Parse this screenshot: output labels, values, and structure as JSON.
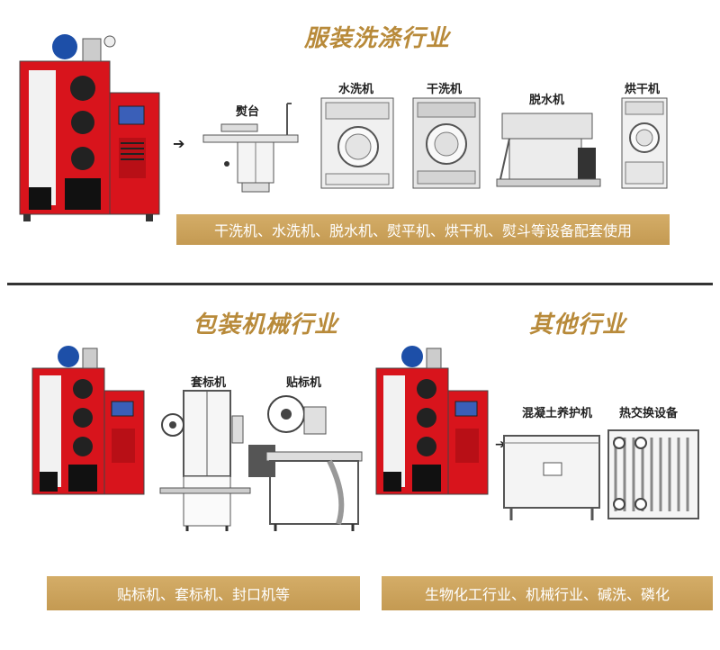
{
  "sections": {
    "apparel": {
      "title": "服装洗涤行业",
      "labels": {
        "ironing_table": "熨台",
        "washing_machine": "水洗机",
        "dry_cleaner": "干洗机",
        "spin_dryer": "脱水机",
        "tumble_dryer": "烘干机"
      },
      "banner": "干洗机、水洗机、脱水机、熨平机、烘干机、熨斗等设备配套使用"
    },
    "packaging": {
      "title": "包装机械行业",
      "labels": {
        "sleeve_labeler": "套标机",
        "labeler": "贴标机"
      },
      "banner": "贴标机、套标机、封口机等"
    },
    "other": {
      "title": "其他行业",
      "labels": {
        "concrete_curing": "混凝土养护机",
        "heat_exchanger": "热交换设备"
      },
      "banner": "生物化工行业、机械行业、碱洗、磷化"
    }
  },
  "colors": {
    "title_gold": "#b88a3a",
    "banner_gold": "#c9a15a",
    "boiler_red": "#d8141c"
  }
}
